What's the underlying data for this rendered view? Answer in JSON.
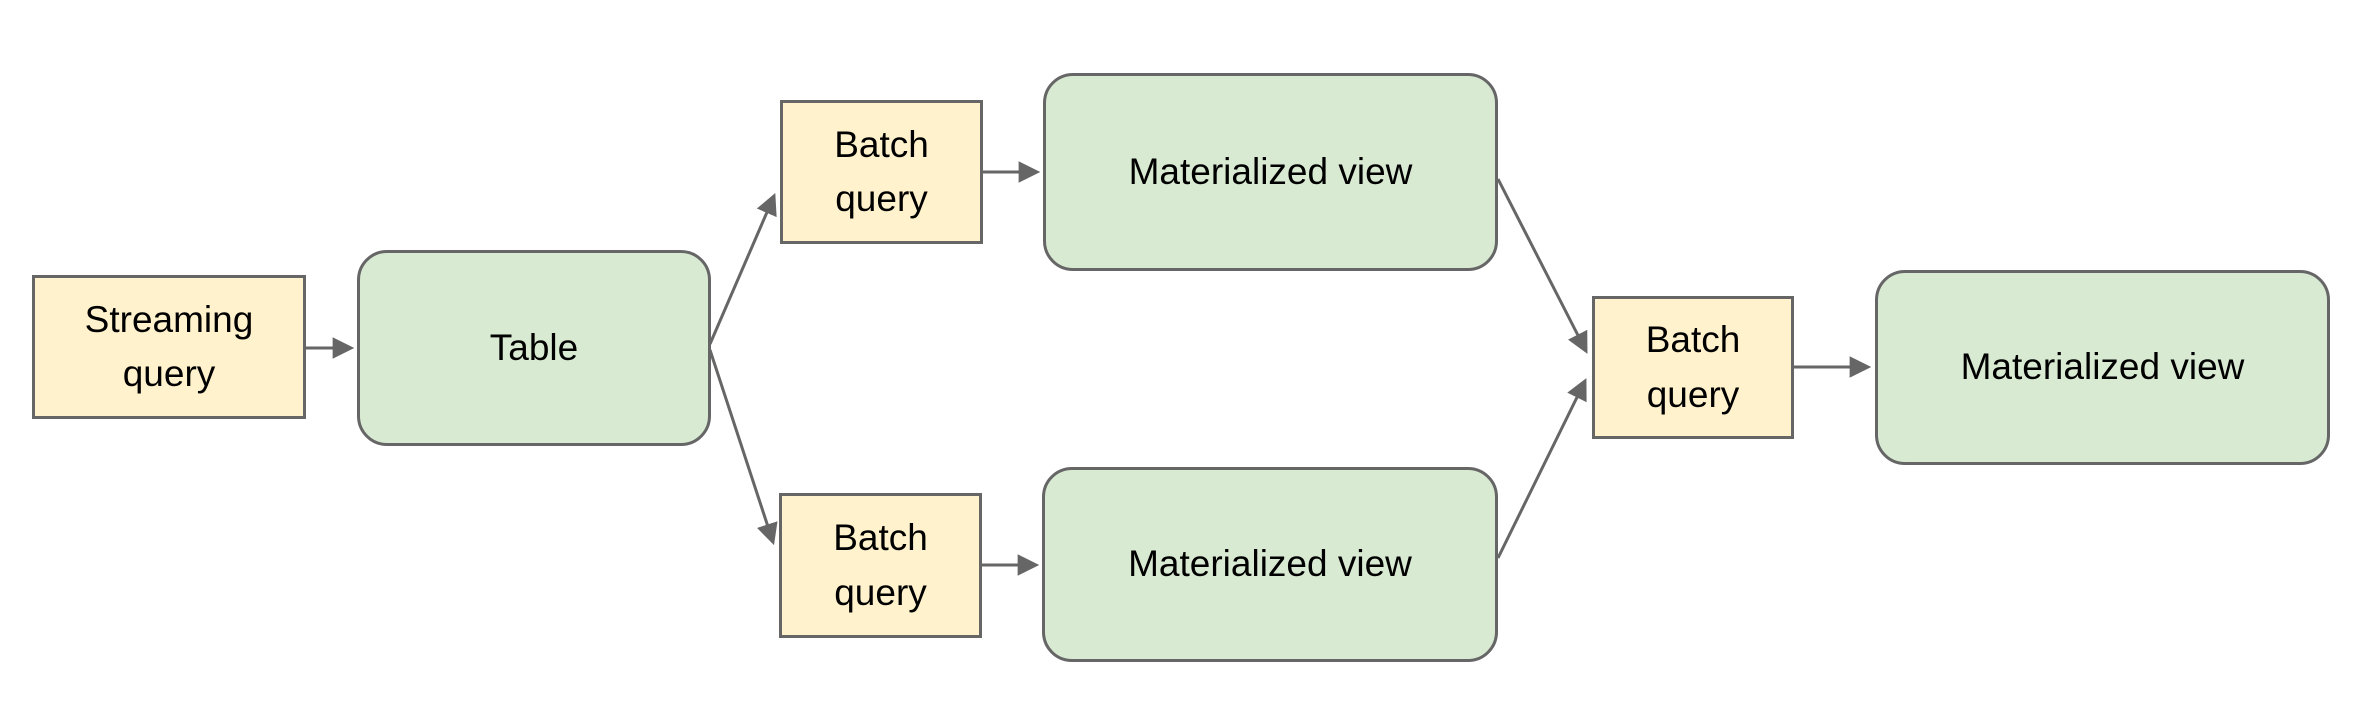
{
  "diagram": {
    "type": "flow-diagram",
    "background_color": "#ffffff",
    "connector_color": "#666666",
    "border_color": "#666666",
    "text_color": "#000000",
    "process_fill_color": "#fff2cc",
    "store_fill_color": "#d9ead3",
    "nodes": [
      {
        "id": "streaming-query",
        "label": "Streaming query",
        "shape": "rectangle",
        "fill": "#fff2cc"
      },
      {
        "id": "table",
        "label": "Table",
        "shape": "rounded-rectangle",
        "fill": "#d9ead3"
      },
      {
        "id": "batch-query-top",
        "label": "Batch query",
        "shape": "rectangle",
        "fill": "#fff2cc"
      },
      {
        "id": "materialized-view-top",
        "label": "Materialized view",
        "shape": "rounded-rectangle",
        "fill": "#d9ead3"
      },
      {
        "id": "batch-query-bottom",
        "label": "Batch query",
        "shape": "rectangle",
        "fill": "#fff2cc"
      },
      {
        "id": "materialized-view-bottom",
        "label": "Materialized view",
        "shape": "rounded-rectangle",
        "fill": "#d9ead3"
      },
      {
        "id": "batch-query-right",
        "label": "Batch query",
        "shape": "rectangle",
        "fill": "#fff2cc"
      },
      {
        "id": "materialized-view-final",
        "label": "Materialized view",
        "shape": "rounded-rectangle",
        "fill": "#d9ead3"
      }
    ],
    "edges": [
      {
        "from": "streaming-query",
        "to": "table"
      },
      {
        "from": "table",
        "to": "batch-query-top"
      },
      {
        "from": "table",
        "to": "batch-query-bottom"
      },
      {
        "from": "batch-query-top",
        "to": "materialized-view-top"
      },
      {
        "from": "batch-query-bottom",
        "to": "materialized-view-bottom"
      },
      {
        "from": "materialized-view-top",
        "to": "batch-query-right"
      },
      {
        "from": "materialized-view-bottom",
        "to": "batch-query-right"
      },
      {
        "from": "batch-query-right",
        "to": "materialized-view-final"
      }
    ]
  }
}
